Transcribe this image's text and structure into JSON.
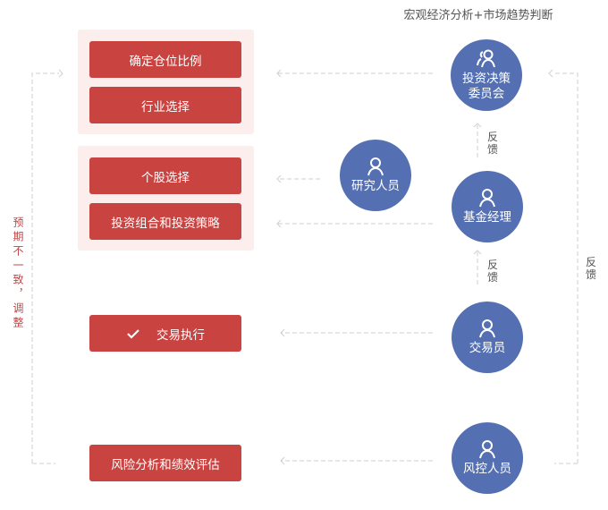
{
  "header": {
    "title": "宏观经济分析+市场趋势判断"
  },
  "steps": [
    {
      "label": "确定仓位比例"
    },
    {
      "label": "行业选择"
    },
    {
      "label": "个股选择"
    },
    {
      "label": "投资组合和投资策略"
    },
    {
      "label": "交易执行",
      "icon": "check-icon"
    },
    {
      "label": "风险分析和绩效评估"
    }
  ],
  "roles": [
    {
      "label_line1": "投资决策",
      "label_line2": "委员会",
      "icon": "group-icon"
    },
    {
      "label": "研究人员",
      "icon": "user-icon"
    },
    {
      "label": "基金经理",
      "icon": "user-icon"
    },
    {
      "label": "交易员",
      "icon": "user-icon"
    },
    {
      "label": "风控人员",
      "icon": "user-icon"
    }
  ],
  "feedback": {
    "label_a": "反",
    "label_b": "馈"
  },
  "left_note": {
    "text": "预期不一致，调整"
  },
  "colors": {
    "step_red": "#c94341",
    "group_pink": "#fdeeee",
    "role_blue": "#5470b3",
    "note_red": "#c94341"
  }
}
